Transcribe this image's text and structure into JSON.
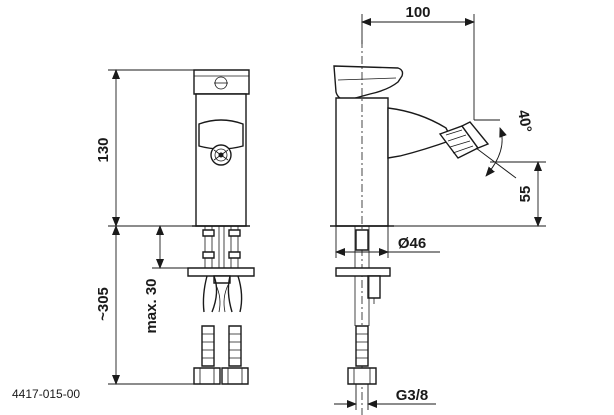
{
  "part_number": "4417-015-00",
  "dimensions": {
    "width_top": "100",
    "height_body": "130",
    "angle": "40°",
    "spout_height": "55",
    "under_height": "~305",
    "max_thickness": "max. 30",
    "base_diameter": "Ø46",
    "thread": "G3/8"
  }
}
